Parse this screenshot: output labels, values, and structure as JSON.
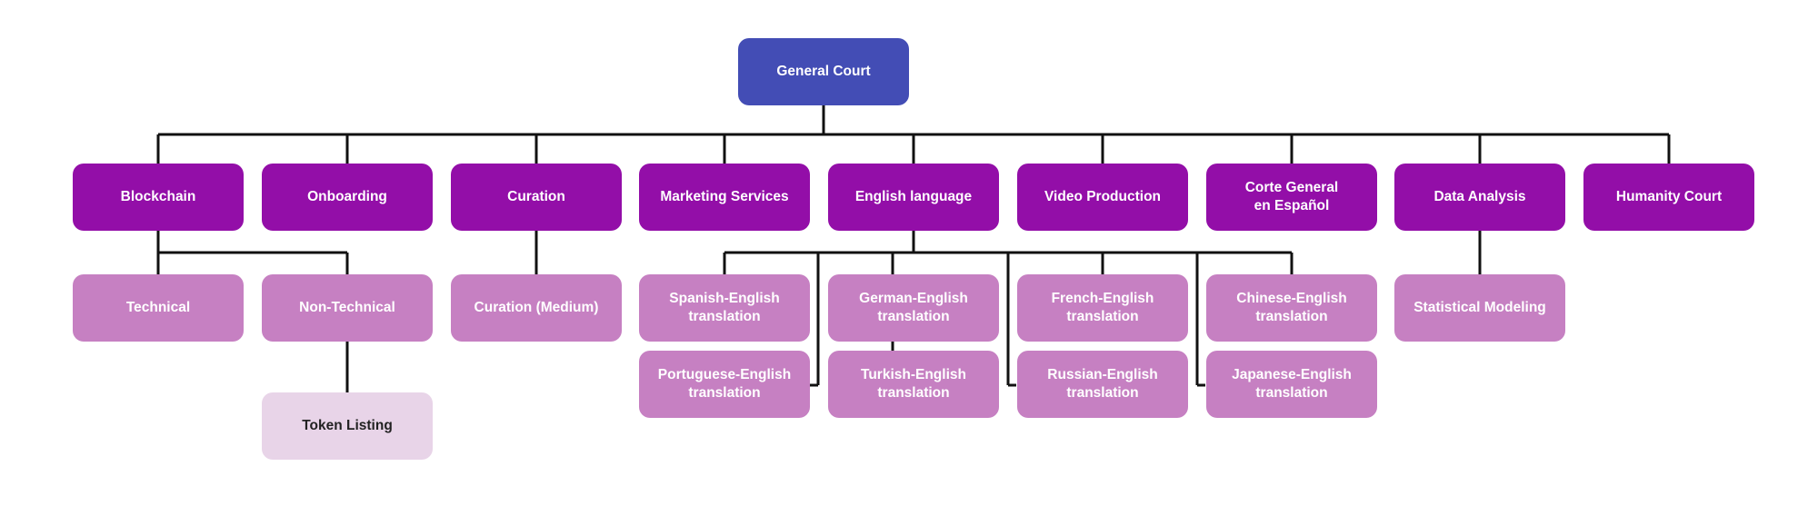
{
  "colors": {
    "root": "#434db5",
    "level1": "#930ea8",
    "level2": "#c680c2",
    "level3": "#e8d4e8",
    "connector": "#111111"
  },
  "root": {
    "label": "General Court"
  },
  "courts": [
    {
      "label": "Blockchain"
    },
    {
      "label": "Onboarding"
    },
    {
      "label": "Curation"
    },
    {
      "label": "Marketing Services"
    },
    {
      "label": "English language"
    },
    {
      "label": "Video Production"
    },
    {
      "label": "Corte General\nen Español"
    },
    {
      "label": "Data Analysis"
    },
    {
      "label": "Humanity Court"
    }
  ],
  "subcourts": {
    "technical": {
      "label": "Technical"
    },
    "non_technical": {
      "label": "Non-Technical"
    },
    "token_listing": {
      "label": "Token Listing"
    },
    "curation_medium": {
      "label": "Curation (Medium)"
    },
    "spanish_english": {
      "label": "Spanish-English\ntranslation"
    },
    "german_english": {
      "label": "German-English\ntranslation"
    },
    "french_english": {
      "label": "French-English\ntranslation"
    },
    "chinese_english": {
      "label": "Chinese-English\ntranslation"
    },
    "portuguese_english": {
      "label": "Portuguese-English\ntranslation"
    },
    "turkish_english": {
      "label": "Turkish-English\ntranslation"
    },
    "russian_english": {
      "label": "Russian-English\ntranslation"
    },
    "japanese_english": {
      "label": "Japanese-English\ntranslation"
    },
    "statistical_modeling": {
      "label": "Statistical Modeling"
    }
  }
}
